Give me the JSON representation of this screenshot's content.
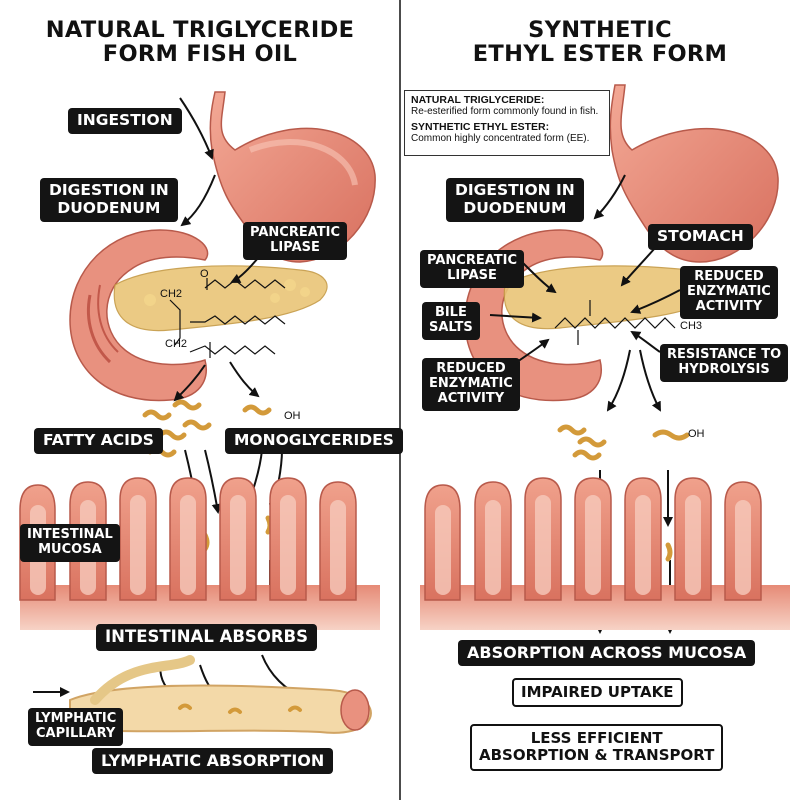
{
  "left": {
    "title_line1": "NATURAL TRIGLYCERIDE",
    "title_line2": "FORM FISH OIL",
    "labels": {
      "ingestion": "INGESTION",
      "digestion_line1": "DIGESTION IN",
      "digestion_line2": "DUODENUM",
      "lipase_line1": "PANCREATIC",
      "lipase_line2": "LIPASE",
      "fatty_acids": "FATTY ACIDS",
      "monoglycerides": "MONOGLYCERIDES",
      "mucosa_line1": "INTESTINAL",
      "mucosa_line2": "MUCOSA",
      "absorbs": "INTESTINAL ABSORBS",
      "lymph_cap_line1": "LYMPHATIC",
      "lymph_cap_line2": "CAPILLARY",
      "lymph_absorption": "LYMPHATIC ABSORPTION"
    },
    "chem": {
      "ch2_top": "CH2",
      "ch2_bottom": "CH2",
      "o": "O",
      "oh": "OH"
    }
  },
  "right": {
    "title_line1": "SYNTHETIC",
    "title_line2": "ETHYL ESTER FORM",
    "legend": {
      "natural_heading": "NATURAL TRIGLYCERIDE:",
      "natural_text": "Re-esterified form commonly found in fish.",
      "synthetic_heading": "SYNTHETIC ETHYL ESTER:",
      "synthetic_text": "Common highly concentrated form (EE)."
    },
    "labels": {
      "digestion_line1": "DIGESTION IN",
      "digestion_line2": "DUODENUM",
      "stomach": "STOMACH",
      "lipase_line1": "PANCREATIC",
      "lipase_line2": "LIPASE",
      "reduced_top_line1": "REDUCED",
      "reduced_top_line2": "ENZYMATIC",
      "reduced_top_line3": "ACTIVITY",
      "bile_line1": "BILE",
      "bile_line2": "SALTS",
      "resistance_line1": "RESISTANCE TO",
      "resistance_line2": "HYDROLYSIS",
      "reduced_bot_line1": "REDUCED",
      "reduced_bot_line2": "ENZYMATIC",
      "reduced_bot_line3": "ACTIVITY",
      "absorption_across": "ABSORPTION ACROSS MUCOSA",
      "impaired": "IMPAIRED UPTAKE",
      "less_line1": "LESS EFFICIENT",
      "less_line2": "ABSORPTION & TRANSPORT"
    },
    "chem": {
      "ch3": "CH3",
      "oh": "OH"
    }
  },
  "colors": {
    "tissue": "#e8917f",
    "tissue_dark": "#c2584a",
    "tissue_light": "#f6c2b2",
    "pancreas": "#e9c577",
    "fatty_acid": "#d39a3a",
    "label_bg": "#141414"
  }
}
